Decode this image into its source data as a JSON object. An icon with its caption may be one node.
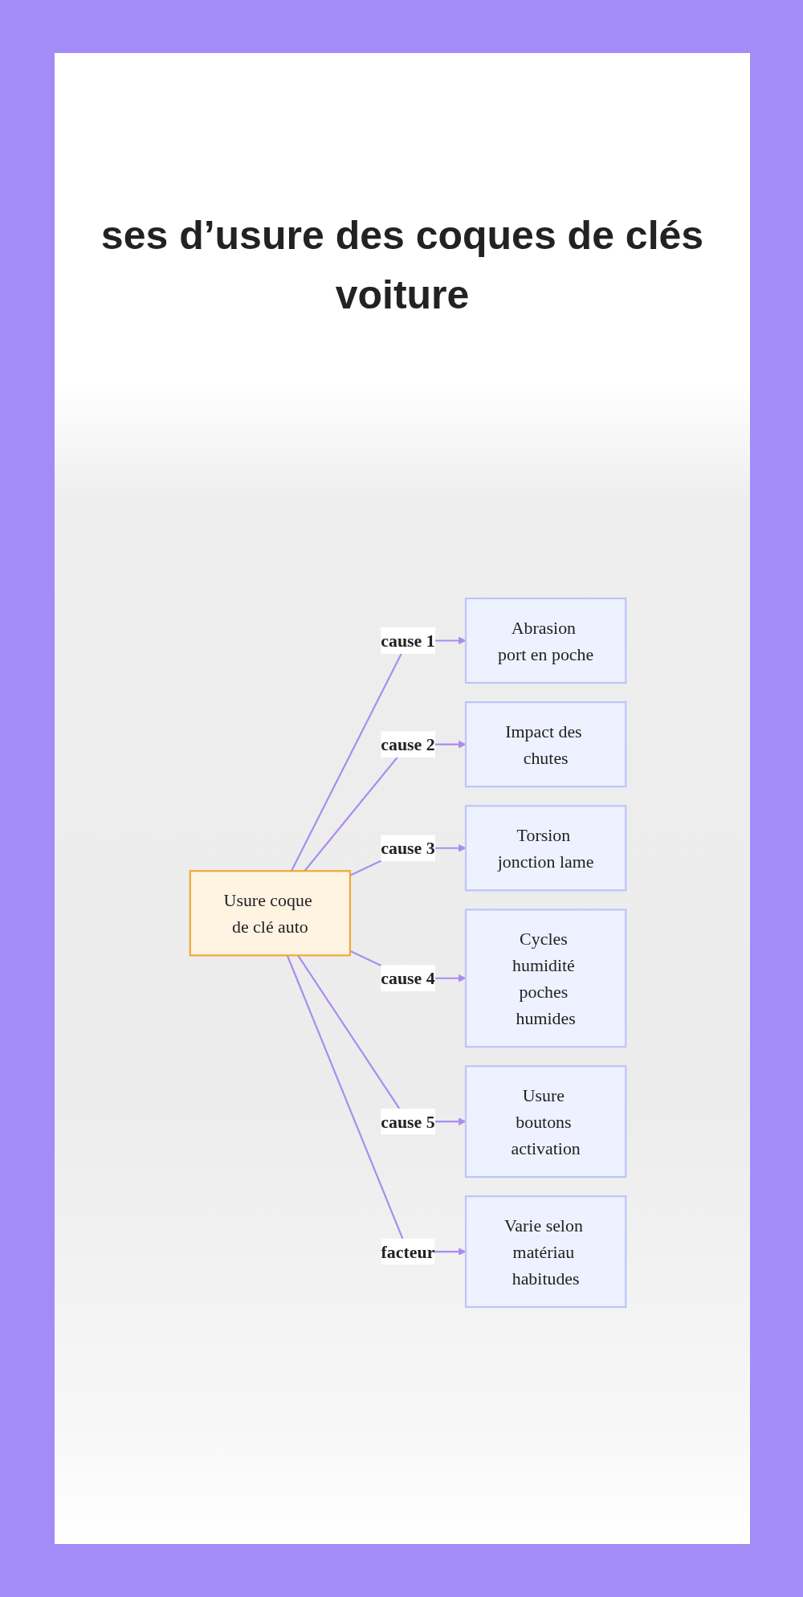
{
  "diagram": {
    "title": "ses d’usure des coques de clés voiture",
    "nodes": [
      {
        "text": [
          "Usure coque de clé auto"
        ]
      },
      {
        "text": [
          "Abrasion port en poche"
        ]
      },
      {
        "text": [
          "Impact des chutes"
        ]
      },
      {
        "text": [
          "Torsion jonction lame"
        ]
      },
      {
        "text": [
          "Cycles humidité poches humides"
        ]
      },
      {
        "text": [
          "Usure boutons activation"
        ]
      },
      {
        "text": [
          "Varie selon matériau habitudes"
        ]
      }
    ],
    "edges": [
      {
        "from": 0,
        "to": 1,
        "arrow": "to",
        "label": "cause 1"
      },
      {
        "from": 0,
        "to": 2,
        "arrow": "to",
        "label": "cause 2"
      },
      {
        "from": 0,
        "to": 3,
        "arrow": "to",
        "label": "cause 3"
      },
      {
        "from": 0,
        "to": 4,
        "arrow": "to",
        "label": "cause 4"
      },
      {
        "from": 0,
        "to": 5,
        "arrow": "to",
        "label": "cause 5"
      },
      {
        "from": 0,
        "to": 6,
        "arrow": "to",
        "label": "facteur"
      }
    ]
  }
}
